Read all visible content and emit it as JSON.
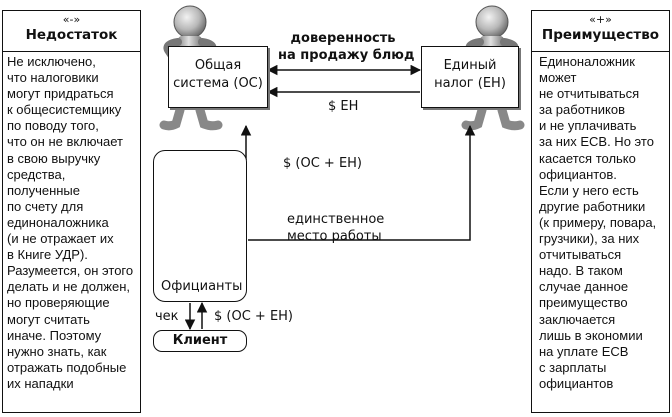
{
  "disadvantage": {
    "sign": "«-»",
    "title": "Недостаток",
    "lines": [
      "Не исключено,",
      "что налоговики",
      "могут придраться",
      "к общесистемщику",
      "по поводу того,",
      "что он не включает",
      "в свою выручку",
      "средства,",
      "полученные",
      "по счету для",
      "единоналожника",
      "(и не отражает их",
      "в Книге УДР).",
      "Разумеется, он этого",
      "делать и не должен,",
      "но проверяющие",
      "могут считать",
      "иначе. Поэтому",
      "нужно знать, как",
      "отражать подобные",
      "их нападки"
    ]
  },
  "advantage": {
    "sign": "«+»",
    "title": "Преимущество",
    "lines": [
      "Единоналожник",
      "может",
      "не отчитываться",
      "за работников",
      "и не уплачивать",
      "за них ЕСВ. Но это",
      "касается только",
      "официантов.",
      "Если у него есть",
      "другие работники",
      "(к примеру, повара,",
      "грузчики), за них",
      "отчитываться",
      "надо. В таком",
      "случае данное",
      "преимущество",
      "заключается",
      "лишь в экономии",
      "на уплате ЕСВ",
      "с зарплаты",
      "официантов"
    ]
  },
  "general_system": {
    "lines": [
      "Общая",
      "система (ОС)"
    ]
  },
  "single_tax": {
    "lines": [
      "Единый",
      "налог (ЕН)"
    ]
  },
  "trust_label": {
    "lines": [
      "доверенность",
      "на продажу блюд"
    ]
  },
  "payment_en": "$ ЕН",
  "payment_os_en_upper": "$ (ОС + ЕН)",
  "workplace": {
    "lines": [
      "единственное",
      "место работы"
    ]
  },
  "waiters_label": "Официанты",
  "check_label": "чек",
  "payment_os_en_lower": "$ (ОС + ЕН)",
  "client_label": "Клиент",
  "icons": [
    "person-figure-icon",
    "waiter-with-cloche-icon"
  ]
}
